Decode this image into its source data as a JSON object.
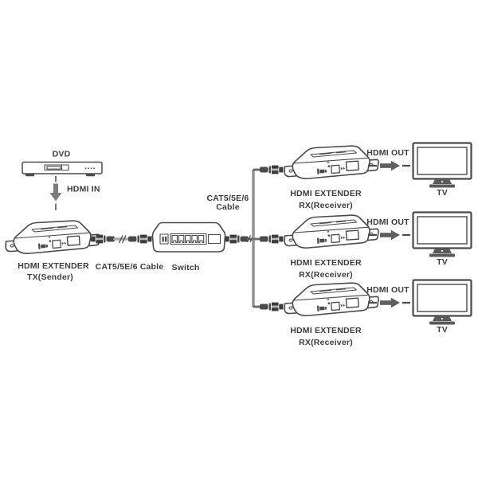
{
  "colors": {
    "background": "#ffffff",
    "line": "#4a4a4a",
    "text": "#3d3d3d",
    "input_arrow": "#7d7d7d",
    "output_arrow": "#5f5f5f",
    "cable": "#666666"
  },
  "source": {
    "label": "DVD",
    "input_label": "HDMI IN"
  },
  "transmitter": {
    "label_line1": "HDMI EXTENDER",
    "label_line2": "TX(Sender)"
  },
  "tx_cable": {
    "label": "CAT5/5E/6 Cable"
  },
  "switch": {
    "label": "Switch"
  },
  "trunk_cable": {
    "label_line1": "CAT5/5E/6",
    "label_line2": "Cable"
  },
  "receivers": [
    {
      "label_line1": "HDMI EXTENDER",
      "label_line2": "RX(Receiver)",
      "output_label": "HDMI OUT",
      "display_label": "TV"
    },
    {
      "label_line1": "HDMI EXTENDER",
      "label_line2": "RX(Receiver)",
      "output_label": "HDMI OUT",
      "display_label": "TV"
    },
    {
      "label_line1": "HDMI EXTENDER",
      "label_line2": "RX(Receiver)",
      "output_label": "HDMI OUT",
      "display_label": "TV"
    }
  ]
}
